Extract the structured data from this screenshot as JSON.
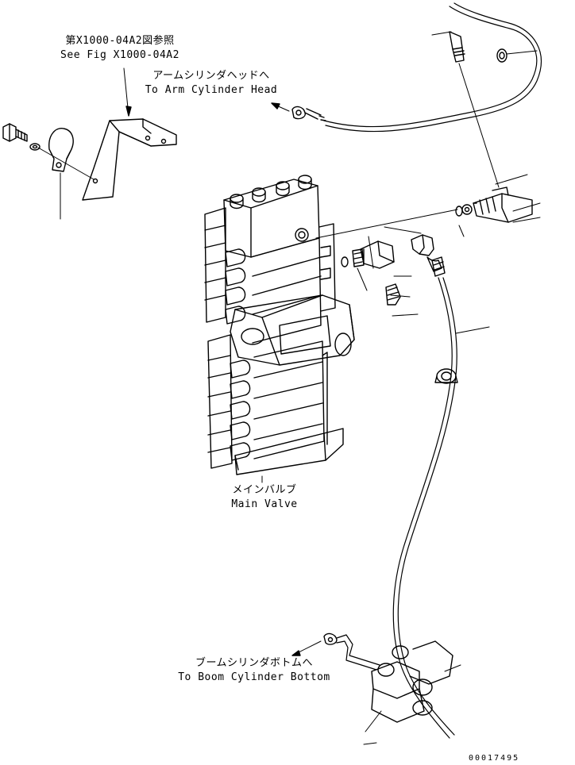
{
  "diagram": {
    "callouts": {
      "reference_ja": "第X1000-04A2図参照",
      "reference_en": "See Fig X1000-04A2",
      "arm_head_ja": "アームシリンダヘッドへ",
      "arm_head_en": "To Arm Cylinder Head",
      "main_valve_ja": "メインバルブ",
      "main_valve_en": "Main Valve",
      "boom_bottom_ja": "ブームシリンダボトムへ",
      "boom_bottom_en": "To Boom Cylinder Bottom"
    },
    "drawing_code": "00017495"
  }
}
